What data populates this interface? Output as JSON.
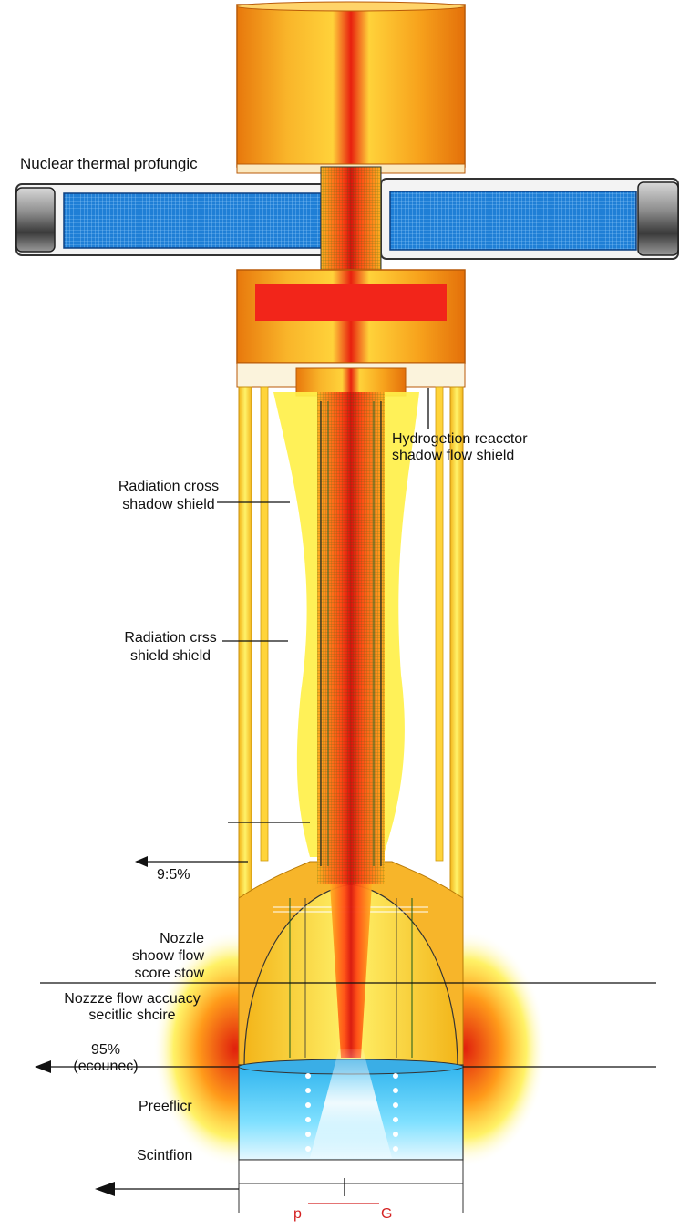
{
  "title": "Nuclear thermal profungic",
  "labels": {
    "hydrogen_reactor": [
      "Hydrogetion reacctor",
      "shadow flow shield"
    ],
    "radiation_cross_1": [
      "Radiation cross",
      "shadow shield"
    ],
    "radiation_cross_2": [
      "Radiation crss",
      "shield shield"
    ],
    "percent_upper": "9:5%",
    "nozzle_shadow": [
      "Nozzle",
      "shoow flow",
      "score stow"
    ],
    "nozzle_accuracy": [
      "Nozzze flow accuacy",
      "secitlic shcire"
    ],
    "percent_lower": [
      "95%",
      "(ecounec)"
    ],
    "preefficr": "Preeflicr",
    "scintfion": "Scintfion",
    "bottom_p": "p",
    "bottom_g": "G"
  },
  "colors": {
    "orange": "#f08a10",
    "yellow": "#ffe21a",
    "red_core": "#e41c10",
    "blue_panel": "#1f7fd6",
    "cyan_exhaust": "#3ec8f0"
  }
}
